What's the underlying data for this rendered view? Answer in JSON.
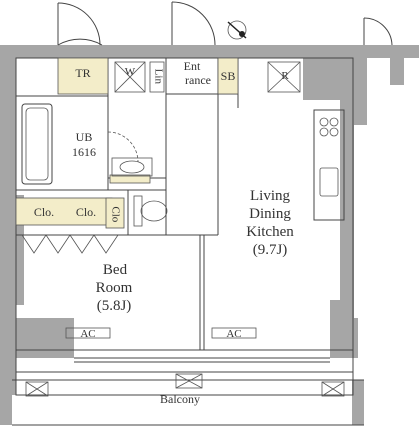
{
  "rooms": {
    "tr": "TR",
    "w": "W",
    "lin": "Lin",
    "entrance_1": "Ent",
    "entrance_2": "rance",
    "sb": "SB",
    "r": "R",
    "ub_1": "UB",
    "ub_2": "1616",
    "clo_1": "Clo.",
    "clo_2": "Clo.",
    "clo_3": "Clo",
    "ldk_1": "Living",
    "ldk_2": "Dining",
    "ldk_3": "Kitchen",
    "ldk_4": "(9.7J)",
    "bed_1": "Bed",
    "bed_2": "Room",
    "bed_3": "(5.8J)",
    "ac_1": "AC",
    "ac_2": "AC",
    "balcony": "Balcony"
  },
  "colors": {
    "wall": "#a6a6a6",
    "storage": "#f3edc9",
    "line": "#444444"
  },
  "compass": "north-arrow-icon"
}
